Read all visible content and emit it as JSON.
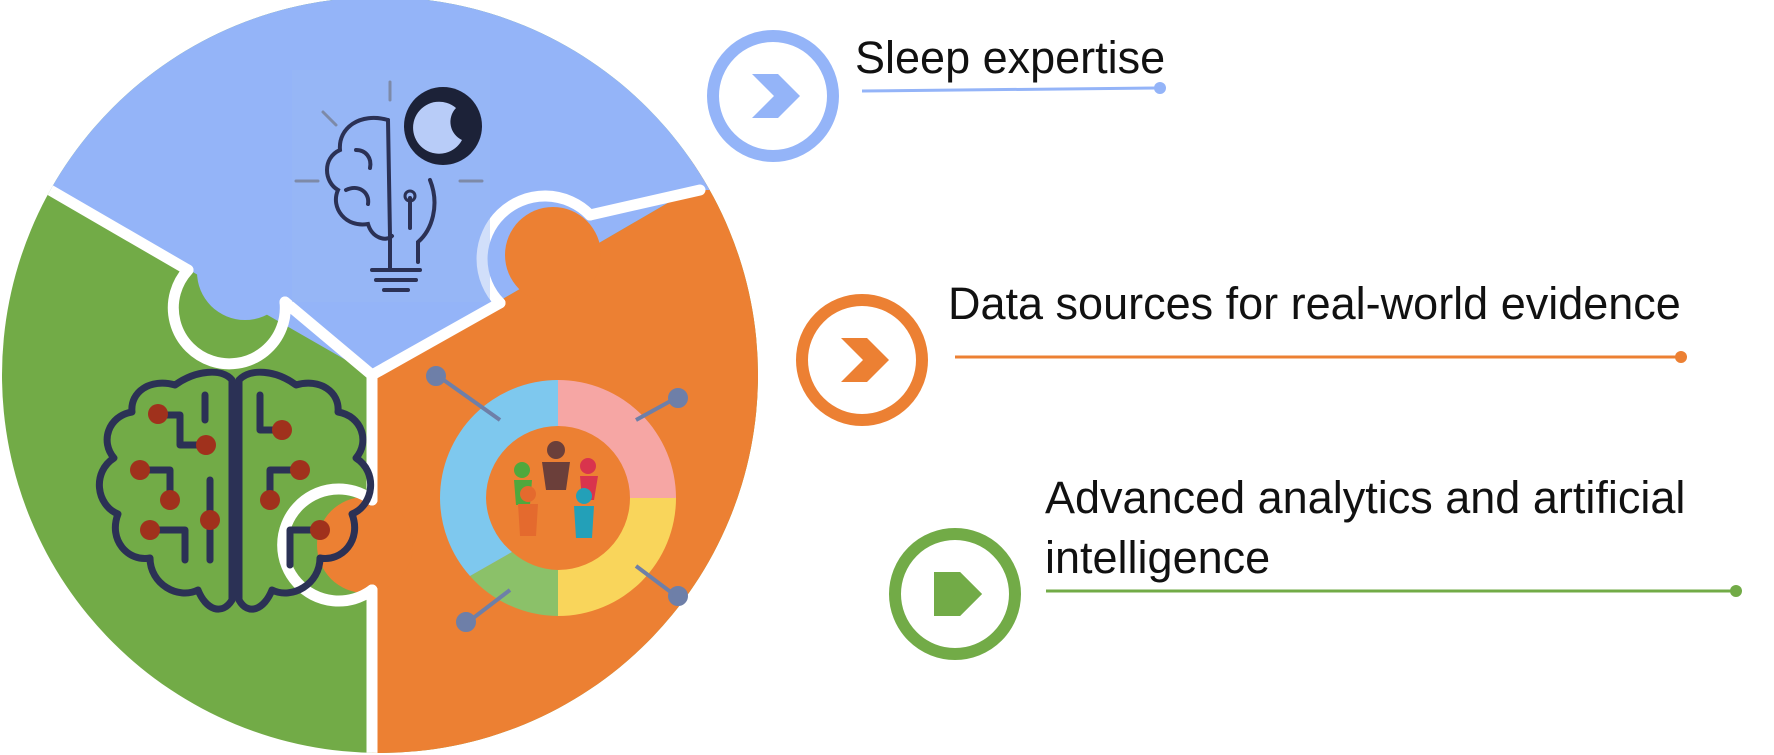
{
  "colors": {
    "blue": "#94B4F8",
    "orange": "#EC8033",
    "green": "#72AB47",
    "outline": "#2B3155",
    "node_red": "#A0311C"
  },
  "items": [
    {
      "label": "Sleep expertise",
      "color": "#94B4F8",
      "icon": "chevron-right-icon"
    },
    {
      "label": "Data sources for real-world evidence",
      "color": "#EC8033",
      "icon": "chevron-right-icon"
    },
    {
      "label": "Advanced analytics and artificial",
      "label_line2": "intelligence",
      "color": "#72AB47",
      "icon": "chevron-right-icon"
    }
  ],
  "puzzle_pieces": [
    {
      "color": "#94B4F8",
      "icon": "lightbulb-brain-moon-icon"
    },
    {
      "color": "#72AB47",
      "icon": "circuit-brain-icon"
    },
    {
      "color": "#EC8033",
      "icon": "people-ring-chart-icon"
    }
  ]
}
